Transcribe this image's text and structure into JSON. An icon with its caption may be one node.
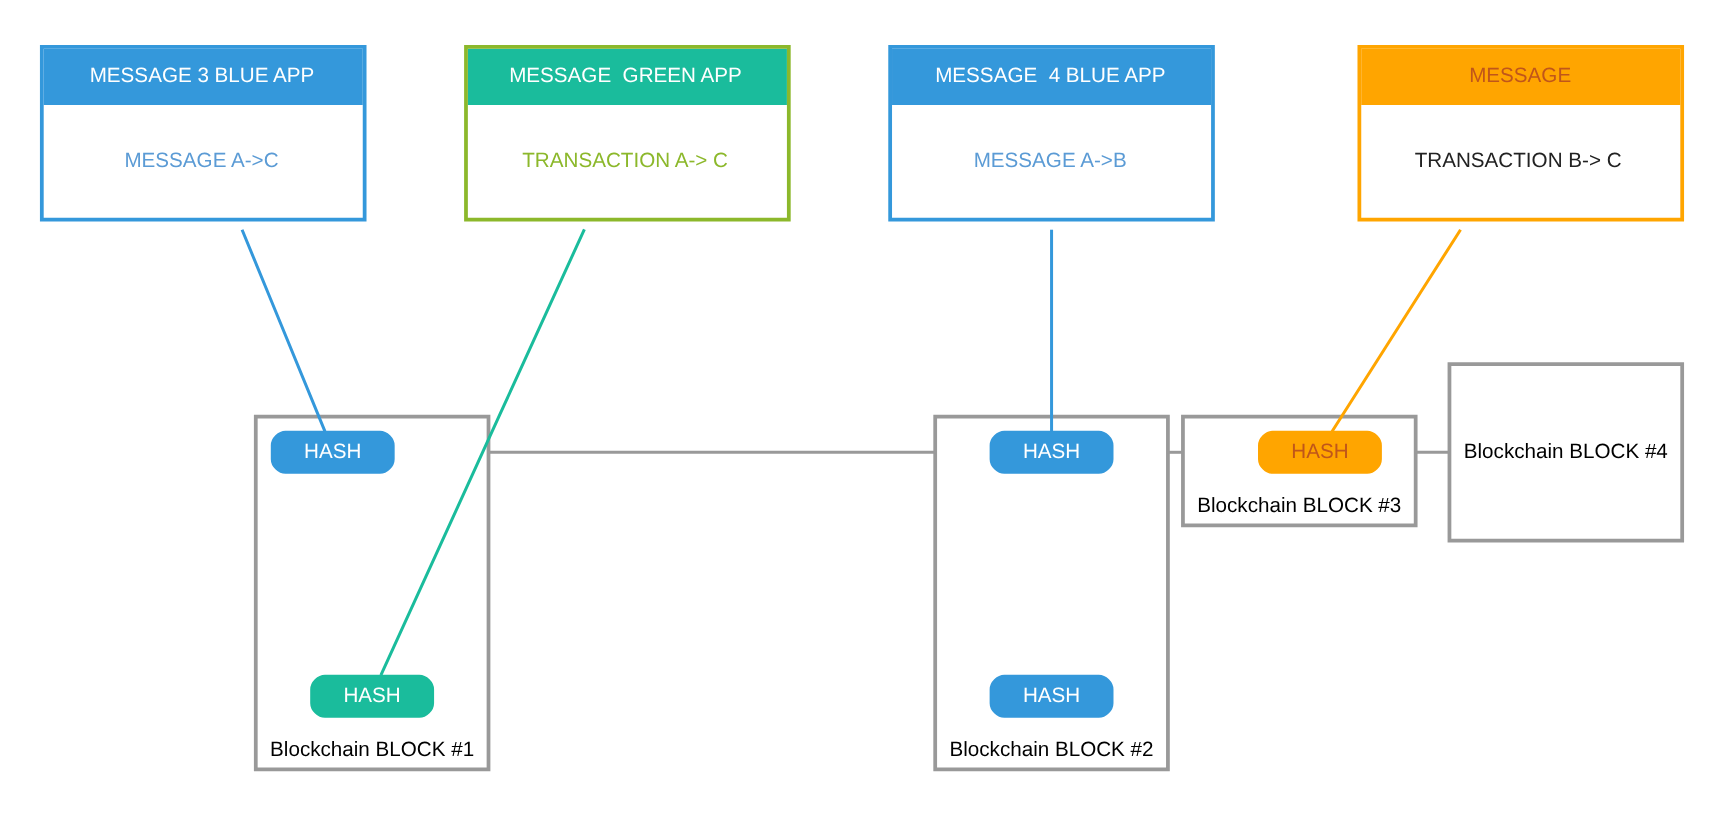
{
  "diagram": {
    "nodes": [
      {
        "text": [
          "MESSAGE 3 BLUE APP",
          "MESSAGE A->C"
        ]
      },
      {
        "text": [
          "MESSAGE  GREEN APP",
          "TRANSACTION A-> C"
        ]
      },
      {
        "text": [
          "MESSAGE  4 BLUE APP",
          "MESSAGE A->B"
        ]
      },
      {
        "text": [
          "MESSAGE",
          "TRANSACTION B-> C"
        ]
      },
      {
        "text": [
          "Blockchain BLOCK #1"
        ]
      },
      {
        "text": [
          "HASH"
        ],
        "in": 4
      },
      {
        "text": [
          "HASH"
        ],
        "in": 4
      },
      {
        "text": [
          "Blockchain BLOCK #2"
        ]
      },
      {
        "text": [
          "HASH"
        ],
        "in": 7
      },
      {
        "text": [
          "HASH"
        ],
        "in": 7
      },
      {
        "text": [
          "Blockchain BLOCK #3"
        ]
      },
      {
        "text": [
          "HASH"
        ],
        "in": 10
      },
      {
        "text": [
          "Blockchain BLOCK #4"
        ]
      }
    ],
    "edges": [
      {
        "from": 0,
        "to": 5,
        "arrow": "none",
        "color": "#3498db"
      },
      {
        "from": 1,
        "to": 6,
        "arrow": "none",
        "color": "#1abc9c"
      },
      {
        "from": 2,
        "to": 8,
        "arrow": "none",
        "color": "#3498db"
      },
      {
        "from": 3,
        "to": 11,
        "arrow": "none",
        "color": "#ffa500"
      },
      {
        "from": 4,
        "to": 7,
        "arrow": "none",
        "color": "#999999"
      },
      {
        "from": 7,
        "to": 10,
        "arrow": "none",
        "color": "#999999"
      },
      {
        "from": 10,
        "to": 12,
        "arrow": "none",
        "color": "#999999"
      }
    ]
  }
}
